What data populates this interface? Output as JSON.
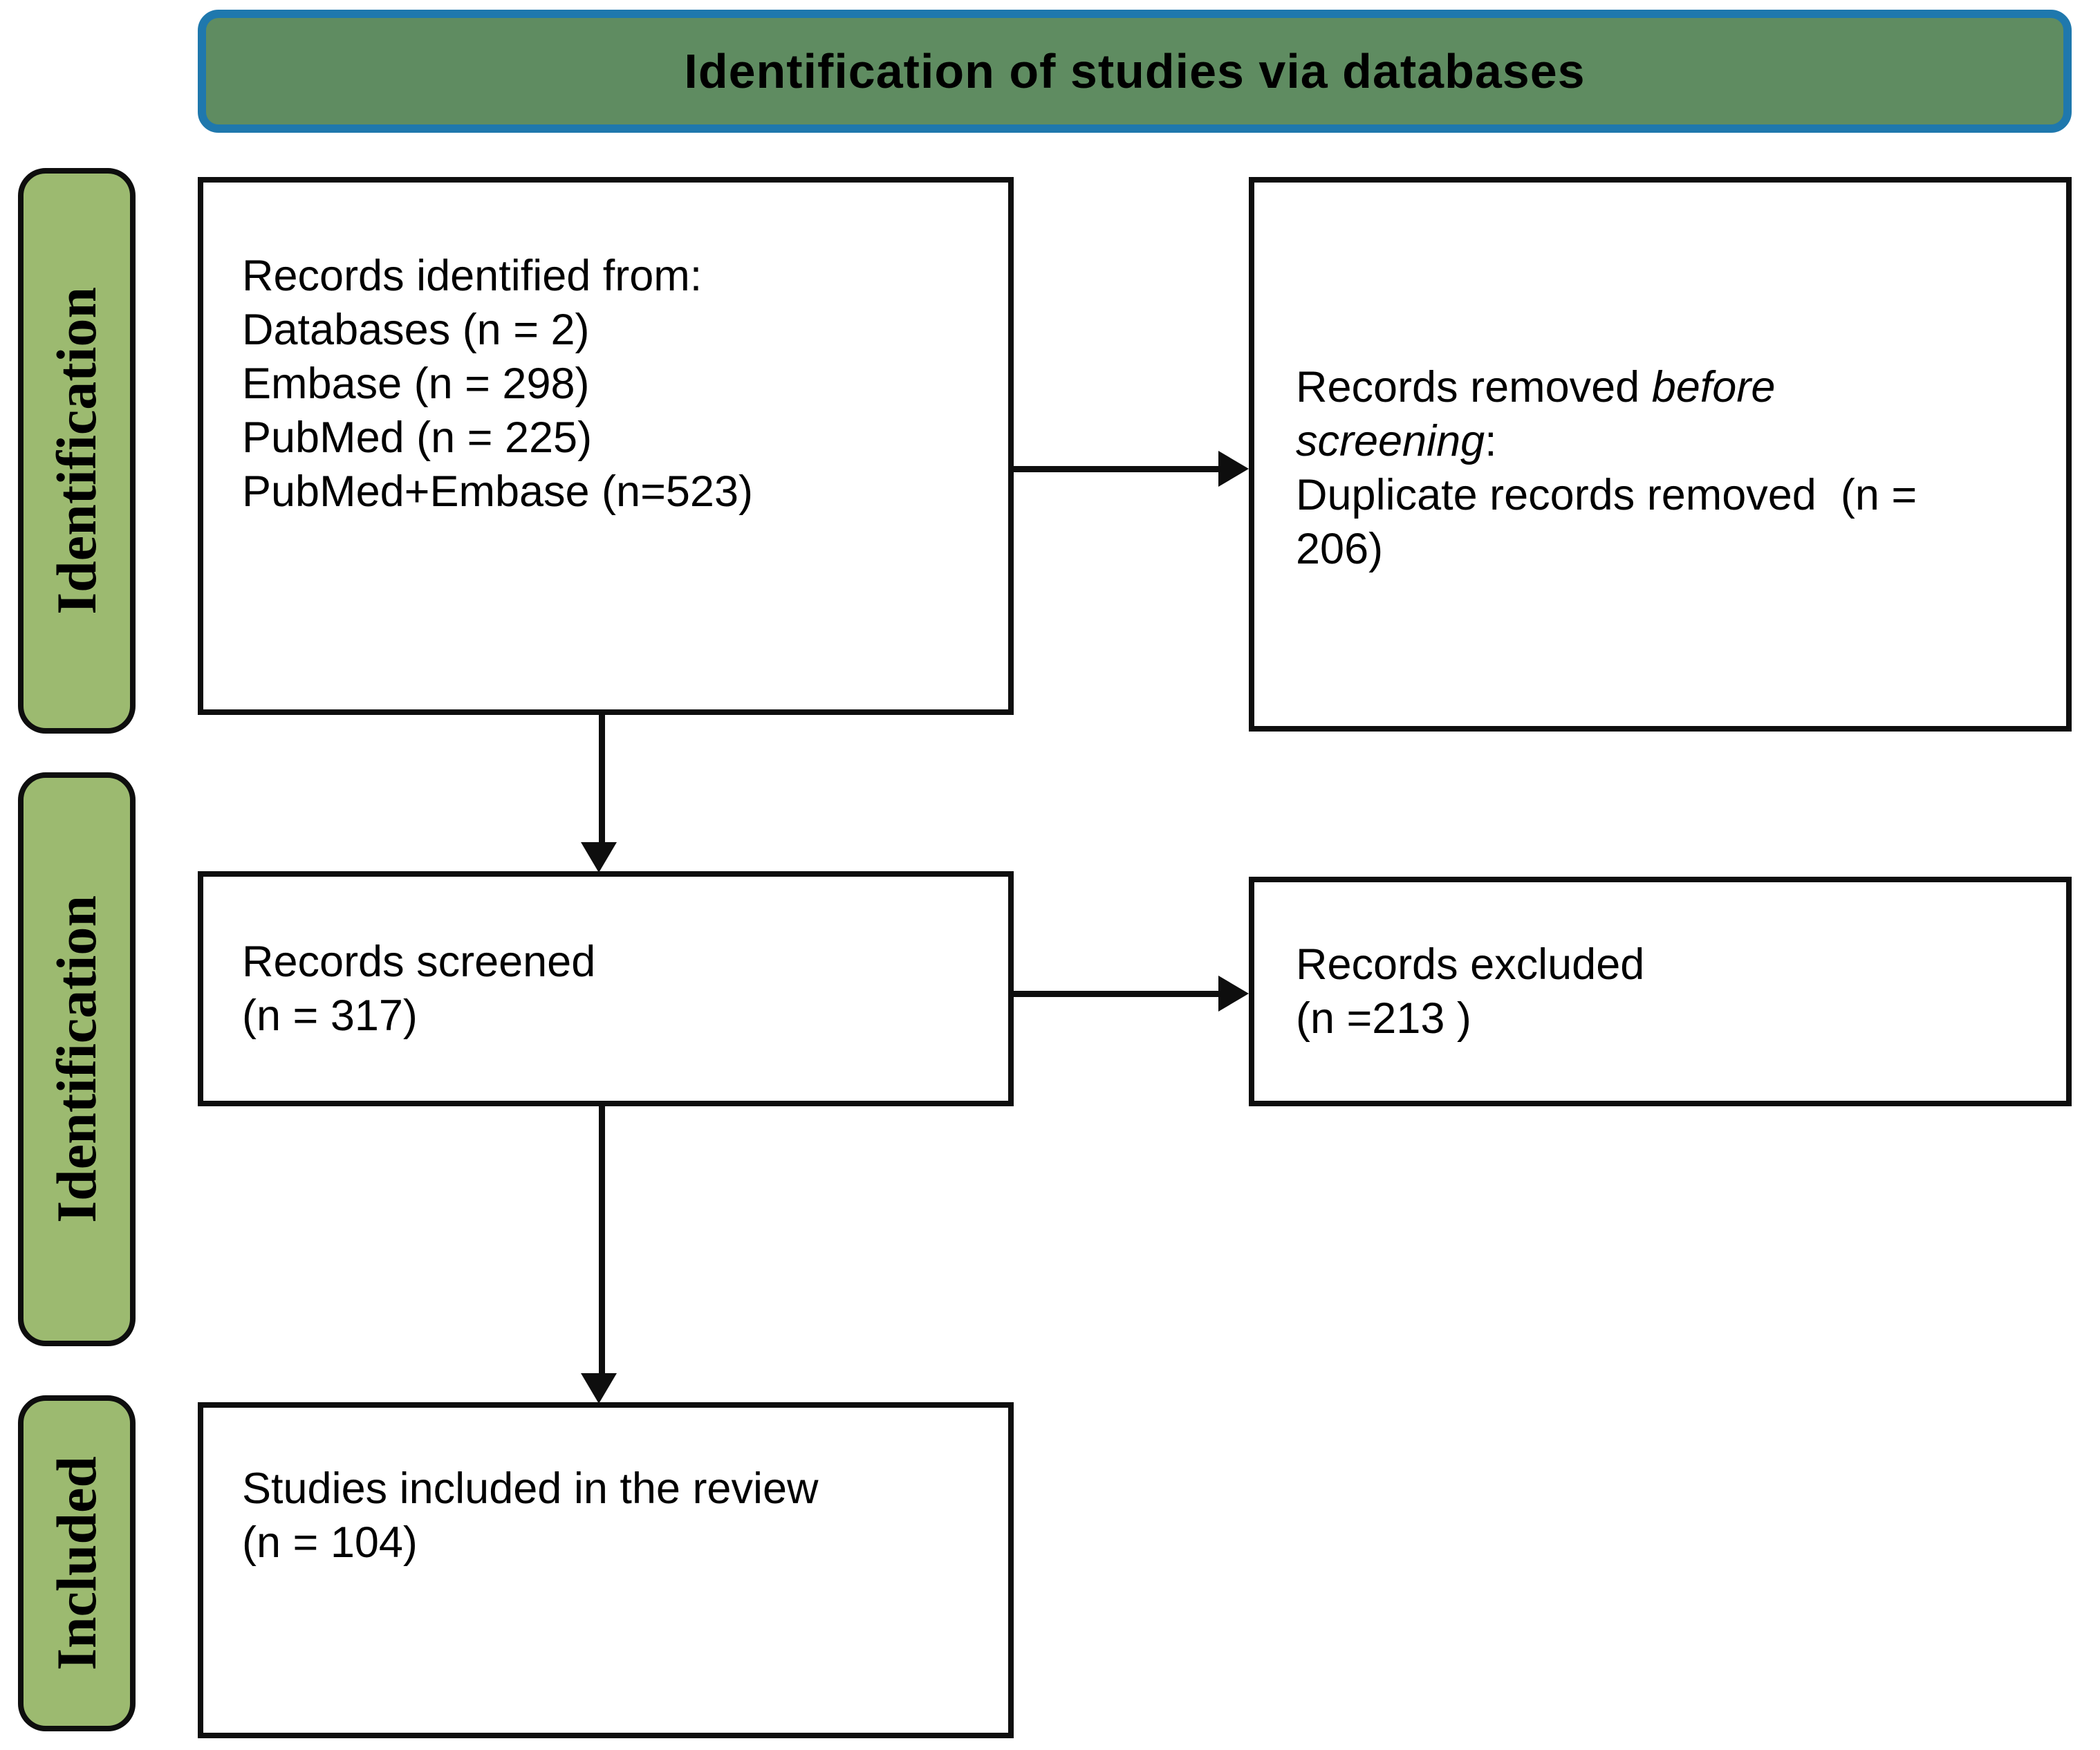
{
  "title_banner": {
    "text": "Identification of studies via databases"
  },
  "stage_labels": [
    {
      "text": "Identification"
    },
    {
      "text": "Identification"
    },
    {
      "text": "Included"
    }
  ],
  "boxes": {
    "identified": {
      "lines": [
        "Records identified from:",
        "Databases (n = 2)",
        "Embase (n = 298)",
        "PubMed (n = 225)",
        "PubMed+Embase (n=523)"
      ]
    },
    "removed": {
      "line1_normal": "Records removed ",
      "line1_italic": "before",
      "line2_italic": "screening",
      "line2_normal": ":",
      "line3": "Duplicate records removed  (n =",
      "line4": "206)"
    },
    "screened": {
      "lines": [
        "Records screened",
        "(n = 317)"
      ]
    },
    "excluded": {
      "lines": [
        "Records excluded",
        "(n =213 )"
      ]
    },
    "included": {
      "lines": [
        "Studies included in the review",
        "(n = 104)"
      ]
    }
  },
  "colors": {
    "banner_fill": "#5f8c61",
    "banner_border_blue": "#1f78ad",
    "stage_label_fill": "#9cba70",
    "outline_black": "#0e0e0e",
    "box_fill": "#ffffff",
    "text": "#000000"
  }
}
